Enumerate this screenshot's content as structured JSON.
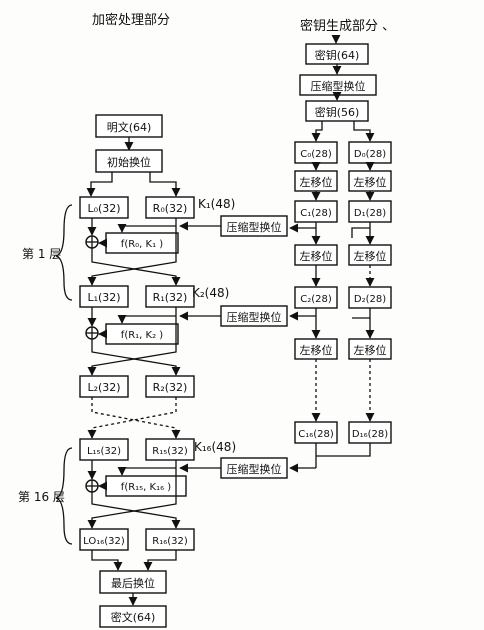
{
  "headings": {
    "left": "加密处理部分",
    "right": "密钥生成部分 、"
  },
  "round_labels": {
    "round1": "第 1 层",
    "round16": "第 16 层"
  },
  "encryption": {
    "plaintext": "明文(64)",
    "initial_permutation": "初始换位",
    "L0": "L₀(32)",
    "R0": "R₀(32)",
    "K1": "K₁(48)",
    "f1": "f(R₀, K₁ )",
    "L1": "L₁(32)",
    "R1": "R₁(32)",
    "K2": "K₂(48)",
    "f2": "f(R₁, K₂ )",
    "L2": "L₂(32)",
    "R2": "R₂(32)",
    "L15": "L₁₅(32)",
    "R15": "R₁₅(32)",
    "K16": "K₁₆(48)",
    "f16": "f(R₁₅, K₁₆ )",
    "L16": "LO₁₆(32)",
    "R16": "R₁₆(32)",
    "final_permutation": "最后换位",
    "ciphertext": "密文(64)"
  },
  "key_schedule": {
    "key64": "密钥(64)",
    "pc1": "压缩型换位",
    "key56": "密钥(56)",
    "C0": "C₀(28)",
    "D0": "D₀(28)",
    "shift": "左移位",
    "C1": "C₁(28)",
    "D1": "D₁(28)",
    "pc2": "压缩型换位",
    "C2": "C₂(28)",
    "D2": "D₂(28)",
    "C16": "C₁₆(28)",
    "D16": "D₁₆(28)"
  },
  "xor_symbol": "⊕"
}
